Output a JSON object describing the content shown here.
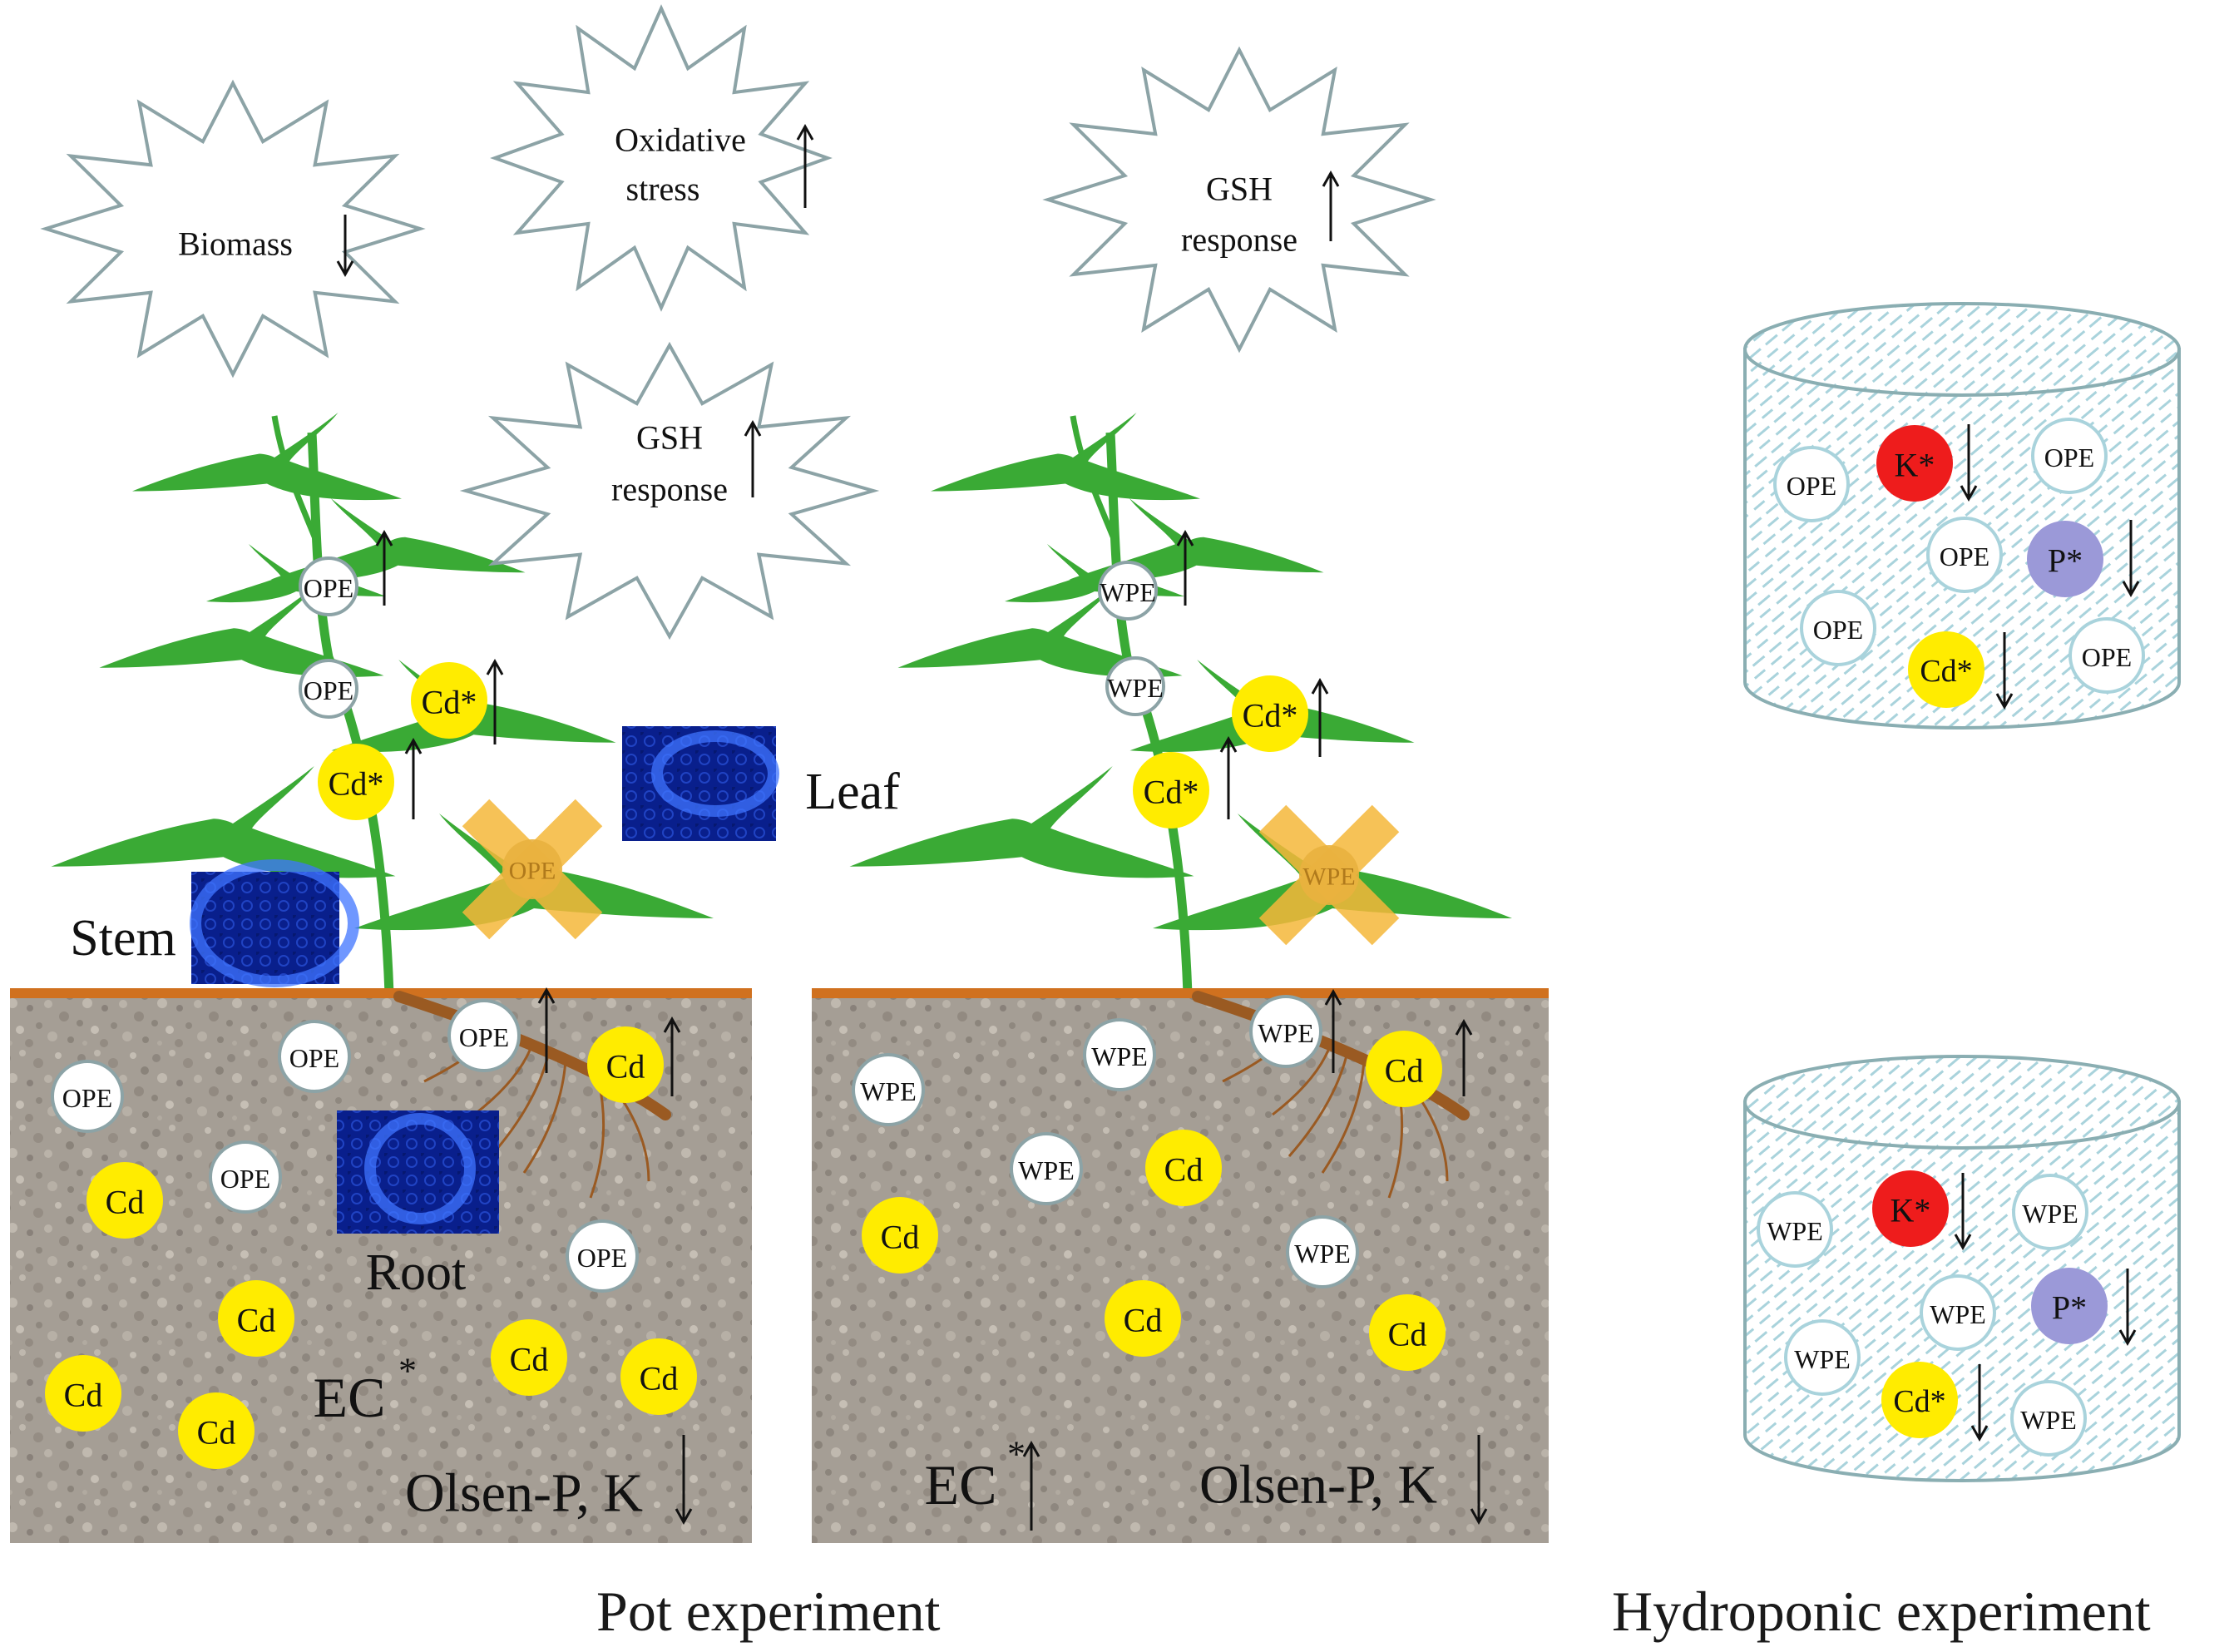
{
  "burst_labels": {
    "biomass": "Biomass",
    "oxidative_line1": "Oxidative",
    "oxidative_line2": "stress",
    "gsh_line1": "GSH",
    "gsh_line2": "response"
  },
  "particles": {
    "ope": "OPE",
    "wpe": "WPE",
    "cd": "Cd",
    "cd_star": "Cd*",
    "k_star": "K*",
    "p_star": "P*"
  },
  "tissue_labels": {
    "leaf": "Leaf",
    "stem": "Stem",
    "root": "Root"
  },
  "soil_labels": {
    "ec": "EC",
    "ec_mark": "*",
    "olsen": "Olsen-P, K"
  },
  "captions": {
    "pot": "Pot experiment",
    "hydroponic": "Hydroponic experiment"
  },
  "colors": {
    "cd": "#ffec00",
    "k": "#ee1c1c",
    "p": "#9b99d8",
    "leaf": "#3aaa35",
    "soil_line": "#d0711f",
    "root": "#9a5a22",
    "burst_stroke": "#8ca3a6",
    "water_hatch": "#a9d3dc",
    "tissue_image": "#0a1f8c",
    "cross": "#f5b83a"
  },
  "arrows": {
    "up": "increase",
    "down": "decrease"
  }
}
